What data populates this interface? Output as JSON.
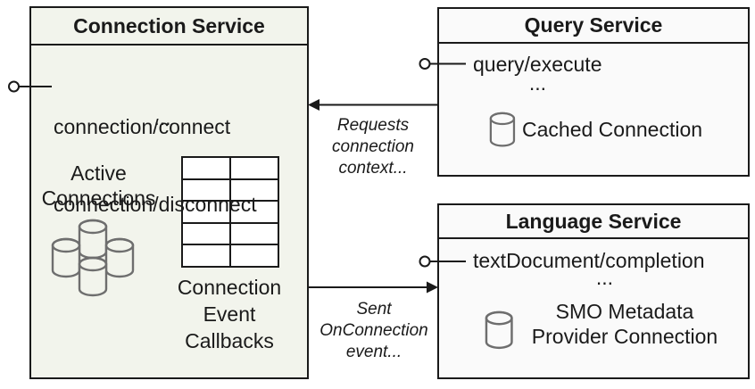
{
  "colors": {
    "background": "#ffffff",
    "connection_box_fill": "#f2f4ec",
    "service_box_fill": "#fafafa",
    "border": "#1a1a1a",
    "text": "#1a1a1a",
    "cylinder_stroke": "#6e6e6e"
  },
  "connection_service": {
    "title": "Connection Service",
    "methods": [
      "connection/connect",
      "connection/disconnect"
    ],
    "more_indicator": "...",
    "active_connections_label": [
      "Active",
      "Connections"
    ],
    "callbacks_label": [
      "Connection",
      "Event",
      "Callbacks"
    ],
    "icons": [
      "database-cluster-icon",
      "callback-table-grid"
    ]
  },
  "query_service": {
    "title": "Query Service",
    "methods": [
      "query/execute"
    ],
    "more_indicator": "...",
    "connection_label": "Cached Connection",
    "icons": [
      "database-cylinder-icon"
    ]
  },
  "language_service": {
    "title": "Language Service",
    "methods": [
      "textDocument/completion"
    ],
    "more_indicator": "...",
    "connection_label": [
      "SMO Metadata",
      "Provider Connection"
    ],
    "icons": [
      "database-cylinder-icon"
    ]
  },
  "arrows": [
    {
      "from": "query_service",
      "to": "connection_service",
      "label": [
        "Requests",
        "connection",
        "context..."
      ]
    },
    {
      "from": "connection_service",
      "to": "language_service",
      "label": [
        "Sent",
        "OnConnection",
        "event..."
      ]
    }
  ]
}
